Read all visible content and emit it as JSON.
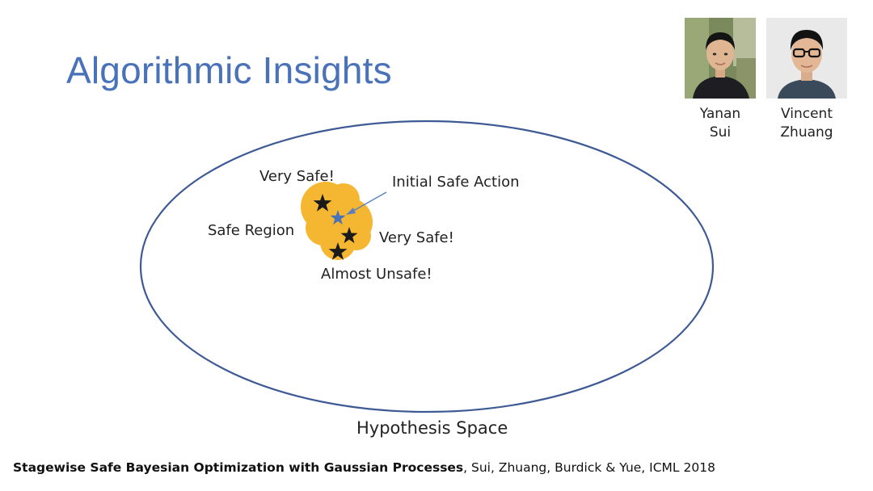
{
  "slide": {
    "title": "Algorithmic Insights"
  },
  "presenters": [
    {
      "first": "Yanan",
      "last": "Sui"
    },
    {
      "first": "Vincent",
      "last": "Zhuang"
    }
  ],
  "diagram": {
    "labels": {
      "very_safe_top": "Very Safe!",
      "initial_safe_action": "Initial Safe Action",
      "safe_region": "Safe Region",
      "very_safe_right": "Very Safe!",
      "almost_unsafe": "Almost Unsafe!"
    },
    "space_label": "Hypothesis Space",
    "colors": {
      "ellipse": "#3e5a94",
      "safe_region": "#f5b731",
      "initial_star": "#4a72b8",
      "star": "#1a1a1a",
      "arrow": "#5a80c0"
    }
  },
  "citation": {
    "paper_title": "Stagewise Safe Bayesian Optimization with Gaussian Processes",
    "rest": ", Sui, Zhuang, Burdick & Yue, ICML 2018"
  }
}
